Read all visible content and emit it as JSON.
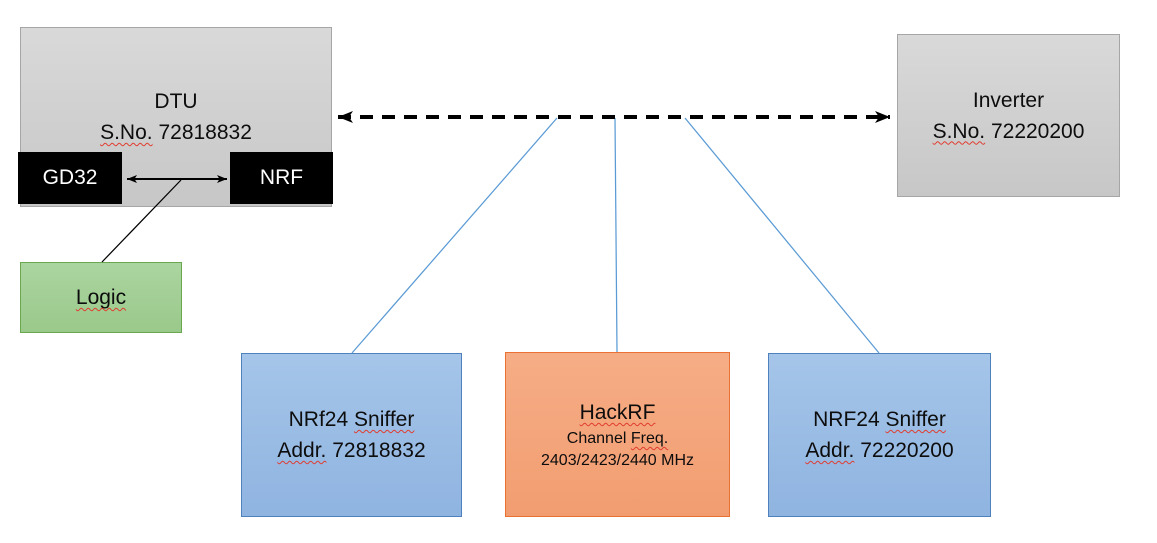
{
  "colors": {
    "background": "#ffffff",
    "gray_fill_top": "#d9d9d9",
    "gray_fill_bottom": "#c7c7c7",
    "gray_border": "#a6a6a6",
    "black_fill": "#000000",
    "green_fill_top": "#abd5a0",
    "green_fill_bottom": "#9ac98b",
    "green_border": "#69a84f",
    "blue_fill_top": "#a5c5e9",
    "blue_fill_bottom": "#8fb4e0",
    "blue_border": "#4e81bd",
    "orange_fill_top": "#f6ad85",
    "orange_fill_bottom": "#f29d71",
    "orange_border": "#e97132",
    "connector_blue": "#5b9bd5",
    "connector_black": "#000000",
    "spellcheck_red": "#e03c2f",
    "text_light": "#ffffff"
  },
  "nodes": {
    "dtu": {
      "title": "DTU",
      "serial_label": "S.No.",
      "serial_value": "72818832"
    },
    "gd32": {
      "label": "GD32"
    },
    "nrf": {
      "label": "NRF"
    },
    "logic": {
      "label": "Logic"
    },
    "inverter": {
      "title": "Inverter",
      "serial_label": "S.No.",
      "serial_value": "72220200"
    },
    "sniffer_left": {
      "model": "NRf24",
      "kind": "Sniffer",
      "addr_label": "Addr.",
      "addr_value": "72818832"
    },
    "hackrf": {
      "title": "HackRF",
      "channel_word": "Channel",
      "freq_word": "Freq.",
      "frequencies": "2403/2423/2440 MHz"
    },
    "sniffer_right": {
      "model": "NRF24",
      "kind": "Sniffer",
      "addr_label": "Addr.",
      "addr_value": "72220200"
    }
  }
}
